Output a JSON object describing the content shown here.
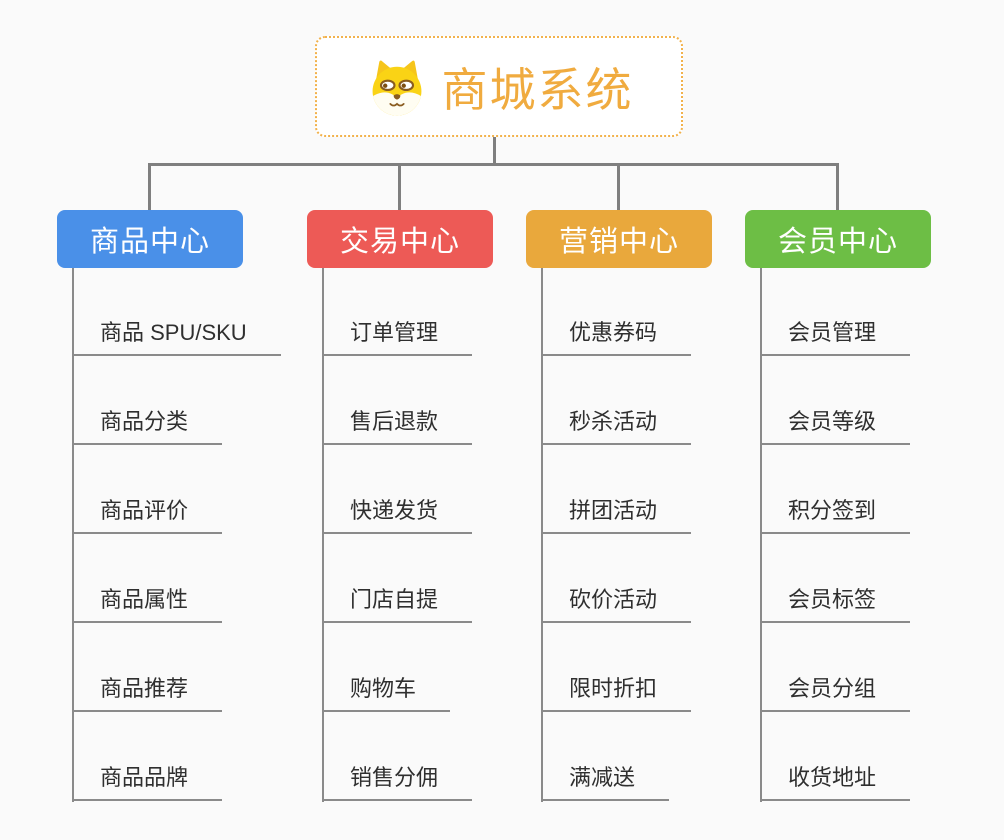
{
  "root": {
    "title": "商城系统",
    "icon": "dog-face-icon",
    "title_color": "#f0ab3f",
    "border_color": "#f2b24c"
  },
  "branches": [
    {
      "label": "商品中心",
      "color": "#4a90e8",
      "children": [
        "商品 SPU/SKU",
        "商品分类",
        "商品评价",
        "商品属性",
        "商品推荐",
        "商品品牌"
      ]
    },
    {
      "label": "交易中心",
      "color": "#ed5a56",
      "children": [
        "订单管理",
        "售后退款",
        "快递发货",
        "门店自提",
        "购物车",
        "销售分佣"
      ]
    },
    {
      "label": "营销中心",
      "color": "#e9a83c",
      "children": [
        "优惠券码",
        "秒杀活动",
        "拼团活动",
        "砍价活动",
        "限时折扣",
        "满减送"
      ]
    },
    {
      "label": "会员中心",
      "color": "#6dbe45",
      "children": [
        "会员管理",
        "会员等级",
        "积分签到",
        "会员标签",
        "会员分组",
        "收货地址"
      ]
    }
  ],
  "connector_color": "#7f7f7f",
  "background_color": "#fafafa"
}
